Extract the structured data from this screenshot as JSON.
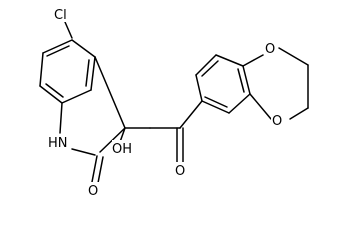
{
  "molecule": {
    "atoms": {
      "cl": "Cl",
      "nh": "HN",
      "oh": "OH",
      "o_lactam": "O",
      "o_ketone": "O",
      "o_ring_top": "O",
      "o_ring_bottom": "O"
    },
    "colors": {
      "bond": "#000000",
      "text": "#000000",
      "background": "#ffffff"
    }
  }
}
